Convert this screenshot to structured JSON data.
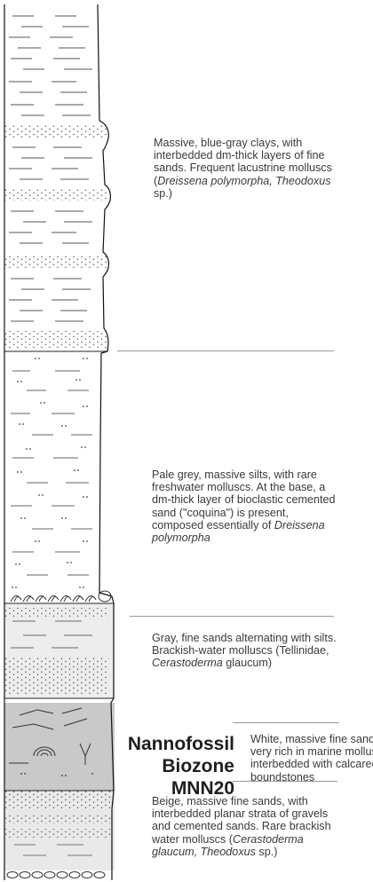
{
  "units": [
    {
      "id": "clays",
      "lines": [
        {
          "parts": [
            {
              "t": "Massive, blue-gray clays, with"
            }
          ]
        },
        {
          "parts": [
            {
              "t": "interbedded dm-thick layers of fine"
            }
          ]
        },
        {
          "parts": [
            {
              "t": "sands. Frequent lacustrine molluscs"
            }
          ]
        },
        {
          "parts": [
            {
              "t": "("
            },
            {
              "t": "Dreissena polymorpha, Theodoxus",
              "i": true
            }
          ]
        },
        {
          "parts": [
            {
              "t": "sp.)"
            }
          ]
        }
      ]
    },
    {
      "id": "silts",
      "lines": [
        {
          "parts": [
            {
              "t": "Pale grey, massive silts, with rare"
            }
          ]
        },
        {
          "parts": [
            {
              "t": "freshwater molluscs. At the base, a"
            }
          ]
        },
        {
          "parts": [
            {
              "t": "dm-thick layer of bioclastic cemented"
            }
          ]
        },
        {
          "parts": [
            {
              "t": "sand (\"coquina\") is present,"
            }
          ]
        },
        {
          "parts": [
            {
              "t": "composed essentially of "
            },
            {
              "t": "Dreissena",
              "i": true
            }
          ]
        },
        {
          "parts": [
            {
              "t": "polymorpha",
              "i": true
            }
          ]
        }
      ]
    },
    {
      "id": "fine-sands",
      "lines": [
        {
          "parts": [
            {
              "t": "Gray, fine sands alternating with silts."
            }
          ]
        },
        {
          "parts": [
            {
              "t": "Brackish-water molluscs (Tellinidae,"
            }
          ]
        },
        {
          "parts": [
            {
              "t": "Cerastoderma",
              "i": true
            },
            {
              "t": " glaucum)"
            }
          ]
        }
      ]
    },
    {
      "id": "white-sands",
      "lines": [
        {
          "parts": [
            {
              "t": "White, massive fine sands"
            }
          ]
        },
        {
          "parts": [
            {
              "t": "very rich in marine molluscs,"
            }
          ]
        },
        {
          "parts": [
            {
              "t": "interbedded with calcareous"
            }
          ]
        },
        {
          "parts": [
            {
              "t": "boundstones"
            }
          ]
        }
      ]
    },
    {
      "id": "beige-sands",
      "lines": [
        {
          "parts": [
            {
              "t": "Beige, massive fine sands, with"
            }
          ]
        },
        {
          "parts": [
            {
              "t": "interbedded planar strata of gravels"
            }
          ]
        },
        {
          "parts": [
            {
              "t": "and cemented sands. Rare brackish"
            }
          ]
        },
        {
          "parts": [
            {
              "t": "water molluscs ("
            },
            {
              "t": "Cerastoderma",
              "i": true
            }
          ]
        },
        {
          "parts": [
            {
              "t": "glaucum, Theodoxus",
              "i": true
            },
            {
              "t": " sp.)"
            }
          ]
        }
      ]
    }
  ],
  "biozone": {
    "line1": "Nannofossil",
    "line2": "Biozone",
    "line3": "MNN20"
  }
}
